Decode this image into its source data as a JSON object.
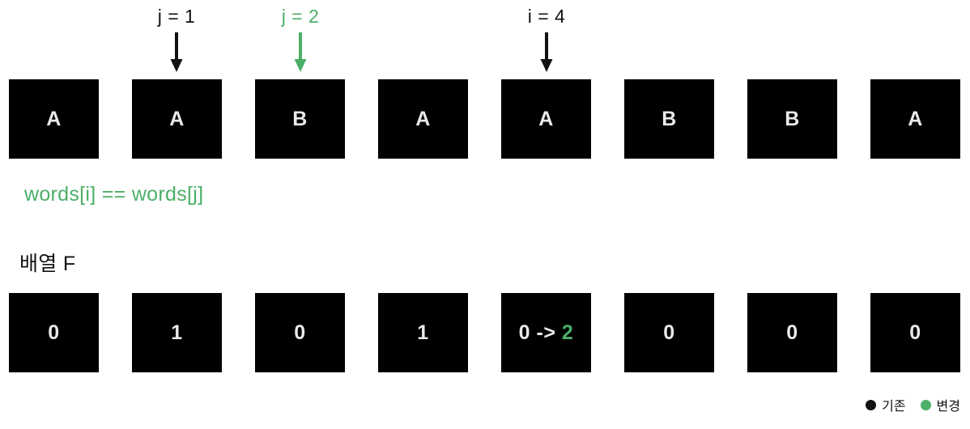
{
  "colors": {
    "background": "#ffffff",
    "box_fill": "#000000",
    "box_text": "#e9e9e9",
    "accent_green": "#4caf68",
    "neutral_black": "#111111"
  },
  "pointers": [
    {
      "label": "j = 1",
      "color": "black",
      "column": 1,
      "arrow_icon": "down-arrow-icon"
    },
    {
      "label": "j = 2",
      "color": "green",
      "column": 2,
      "arrow_icon": "down-arrow-icon"
    },
    {
      "label": "i = 4",
      "color": "black",
      "column": 4,
      "arrow_icon": "down-arrow-icon"
    }
  ],
  "words_row": {
    "cells": [
      {
        "value": "A"
      },
      {
        "value": "A"
      },
      {
        "value": "B"
      },
      {
        "value": "A"
      },
      {
        "value": "A"
      },
      {
        "value": "B"
      },
      {
        "value": "B"
      },
      {
        "value": "A"
      }
    ]
  },
  "condition_text": "words[i] == words[j]",
  "array_label": "배열 F",
  "f_row": {
    "cells": [
      {
        "value": "0",
        "changed": false
      },
      {
        "value": "1",
        "changed": false
      },
      {
        "value": "0",
        "changed": false
      },
      {
        "value": "1",
        "changed": false
      },
      {
        "value": "0 -> ",
        "changed": true,
        "new_value": "2"
      },
      {
        "value": "0",
        "changed": false
      },
      {
        "value": "0",
        "changed": false
      },
      {
        "value": "0",
        "changed": false
      }
    ]
  },
  "legend": {
    "items": [
      {
        "label": "기존",
        "color": "#111111",
        "dot_icon": "legend-dot-icon"
      },
      {
        "label": "변경",
        "color": "#4caf68",
        "dot_icon": "legend-dot-icon"
      }
    ]
  }
}
